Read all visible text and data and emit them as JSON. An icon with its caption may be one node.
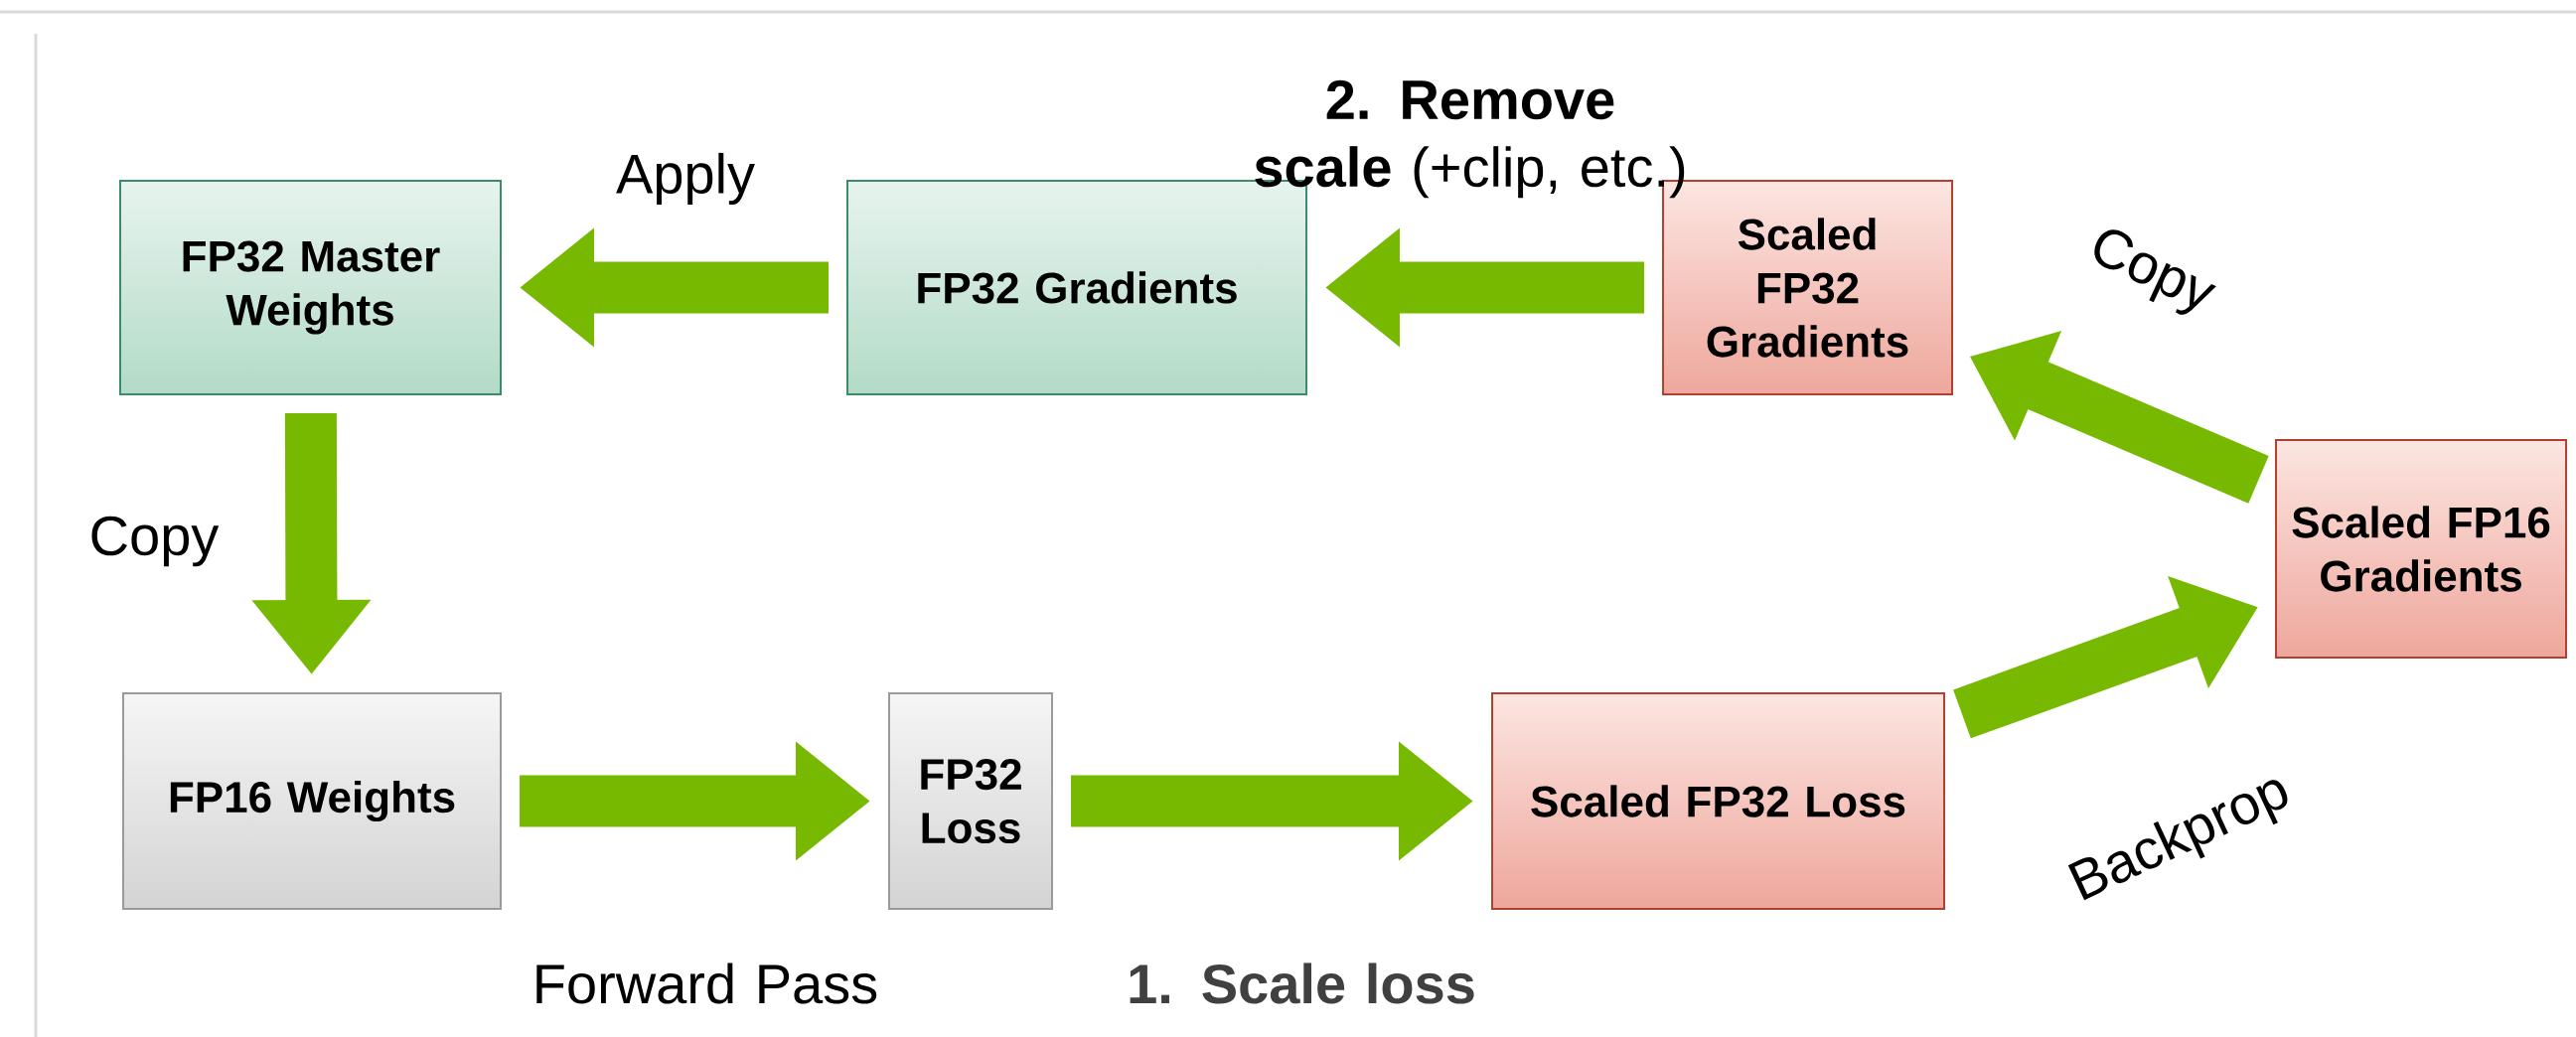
{
  "diagram": {
    "nodes": [
      {
        "text": [
          "FP32 Master Weights"
        ]
      },
      {
        "text": [
          "FP32 Gradients"
        ]
      },
      {
        "text": [
          "Scaled FP32 Gradients"
        ]
      },
      {
        "text": [
          "Scaled FP16 Gradients"
        ]
      },
      {
        "text": [
          "FP16 Weights"
        ]
      },
      {
        "text": [
          "FP32 Loss"
        ]
      },
      {
        "text": [
          "Scaled FP32 Loss"
        ]
      }
    ],
    "edges": [
      {
        "from": 1,
        "to": 0,
        "arrow": "to",
        "label": "Apply"
      },
      {
        "from": 2,
        "to": 1,
        "arrow": "to",
        "label": "**2. Remove scale** (+clip, etc.)"
      },
      {
        "from": 3,
        "to": 2,
        "arrow": "to",
        "label": "Copy"
      },
      {
        "from": 0,
        "to": 4,
        "arrow": "to",
        "label": "Copy"
      },
      {
        "from": 4,
        "to": 5,
        "arrow": "to",
        "label": "Forward Pass"
      },
      {
        "from": 5,
        "to": 6,
        "arrow": "to",
        "label": "1. Scale loss"
      },
      {
        "from": 6,
        "to": 3,
        "arrow": "to",
        "label": "Backprop"
      }
    ]
  }
}
